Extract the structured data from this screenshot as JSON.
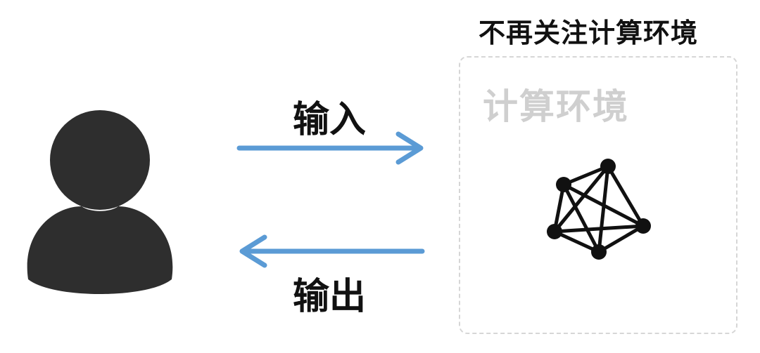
{
  "header": {
    "title": "不再关注计算环境"
  },
  "environment": {
    "label": "计算环境",
    "icon": "network-graph-icon"
  },
  "flows": {
    "input_label": "输入",
    "output_label": "输出"
  },
  "user": {
    "icon": "user-icon"
  },
  "colors": {
    "arrow": "#5b9bd5",
    "user": "#2e2e2e",
    "title": "#111111",
    "env_label": "#cfcfcf",
    "box_border": "#d6d6d6",
    "network": "#111111"
  }
}
